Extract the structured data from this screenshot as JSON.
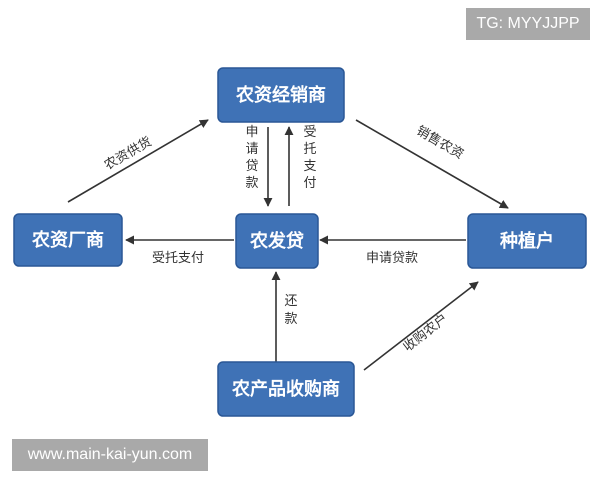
{
  "watermarks": {
    "top": "TG: MYYJJPP",
    "bottom": "www.main-kai-yun.com"
  },
  "colors": {
    "node_fill": "#3f72b6",
    "node_stroke": "#2a5796",
    "node_text": "#ffffff",
    "arrow": "#333333",
    "label_text": "#333333"
  },
  "nodes": {
    "dealer": "农资经销商",
    "manufacturer": "农资厂商",
    "bank": "农发贷",
    "grower": "种植户",
    "buyer": "农产品收购商"
  },
  "edges": {
    "manufacturer_to_dealer": "农资供货",
    "dealer_to_grower": "销售农资",
    "dealer_to_bank_apply": "申请贷款",
    "bank_to_dealer_entrust": "受托支付",
    "bank_to_manufacturer": "受托支付",
    "grower_to_bank": "申请贷款",
    "buyer_to_bank": "还款",
    "buyer_to_grower": "收购农户"
  }
}
